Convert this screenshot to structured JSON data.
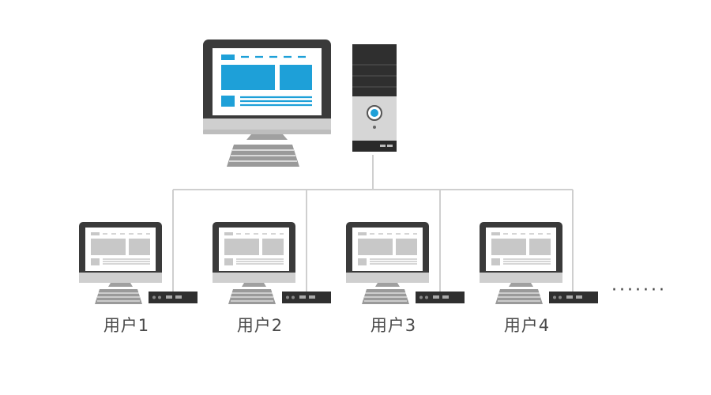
{
  "diagram": {
    "users": [
      {
        "label": "用户1"
      },
      {
        "label": "用户2"
      },
      {
        "label": "用户3"
      },
      {
        "label": "用户4"
      }
    ],
    "ellipsis": "·······"
  },
  "colors": {
    "accent": "#1ea0d8",
    "monitor_frame": "#3a3a3a",
    "monitor_stand": "#999999",
    "client_screen": "#c8c8c8",
    "line": "#cfcfcf"
  },
  "icons": [
    "server-monitor-icon",
    "tower-pc-icon",
    "keyboard-icon",
    "thin-client-box-icon"
  ]
}
